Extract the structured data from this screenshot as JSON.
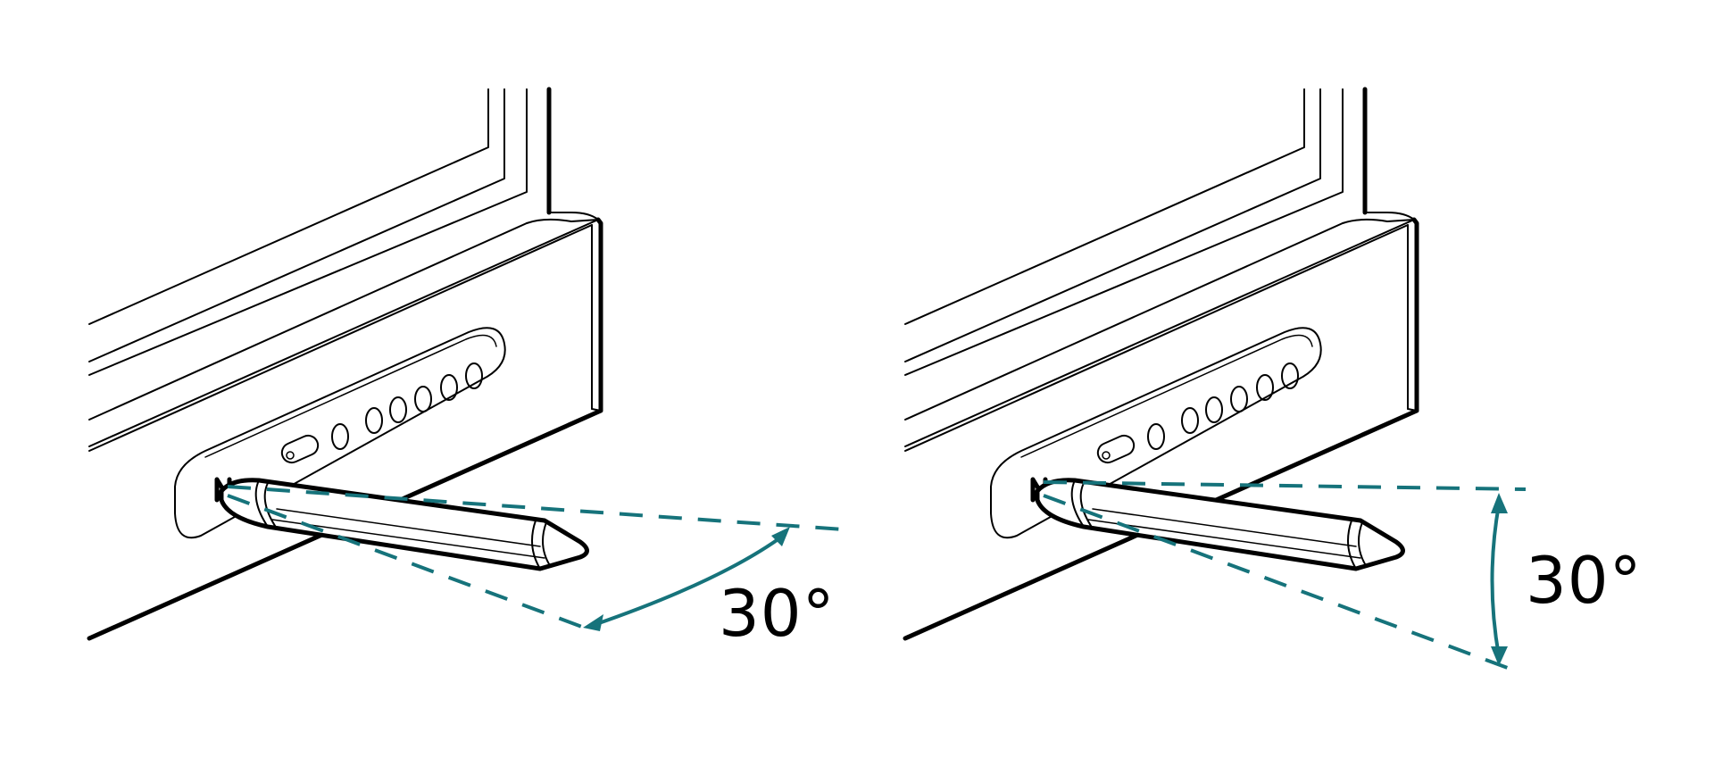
{
  "colors": {
    "accent": "#16737b",
    "outline": "#000000",
    "background": "#ffffff"
  },
  "panels": [
    {
      "name": "left",
      "angle_label": "30°",
      "arrow_style": "arc"
    },
    {
      "name": "right",
      "angle_label": "30°",
      "arrow_style": "vertical"
    }
  ]
}
